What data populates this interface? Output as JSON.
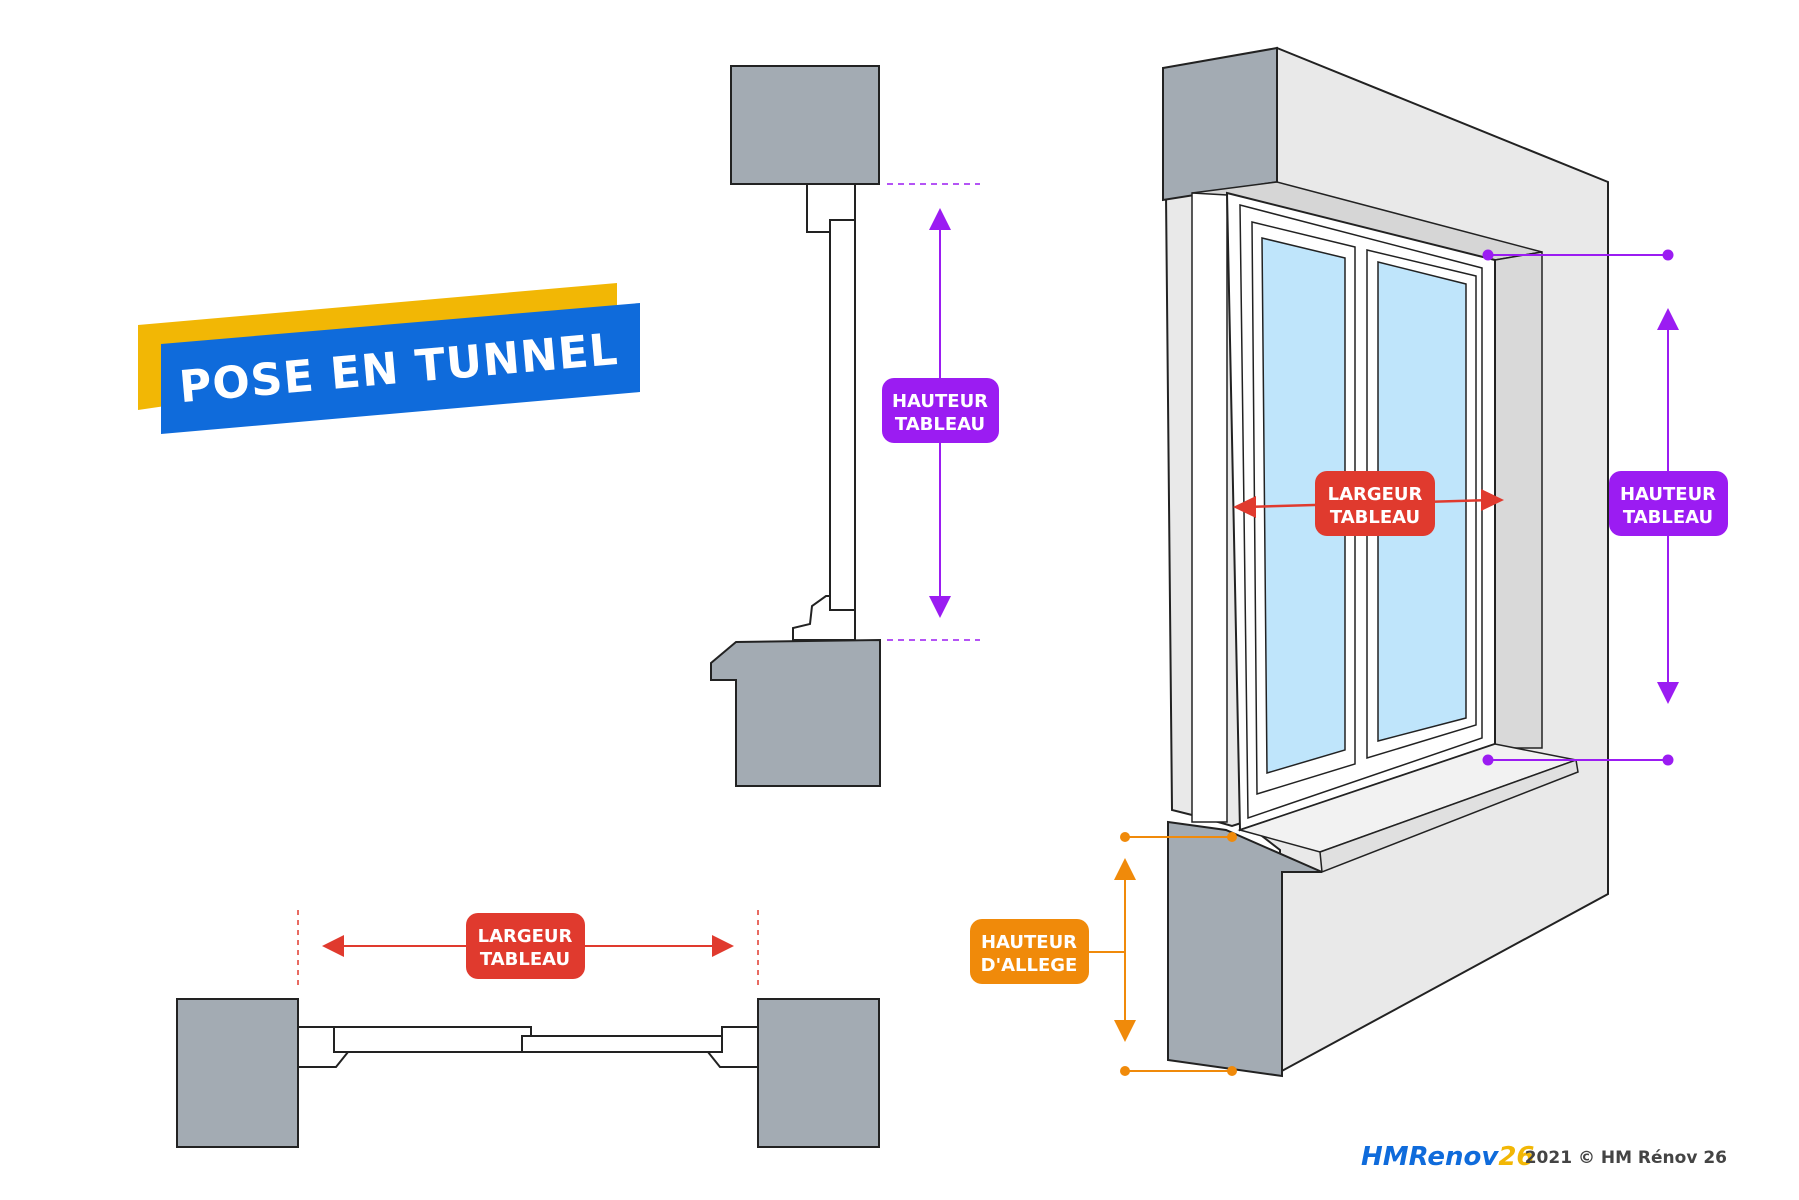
{
  "banner": {
    "title": "POSE EN TUNNEL",
    "colors": {
      "accent": "#F2B705",
      "primary": "#0F6BDB"
    }
  },
  "labels": {
    "side_height": [
      "HAUTEUR",
      "TABLEAU"
    ],
    "front_width": [
      "LARGEUR",
      "TABLEAU"
    ],
    "front_height": [
      "HAUTEUR",
      "TABLEAU"
    ],
    "front_sill": [
      "HAUTEUR",
      "D'ALLEGE"
    ],
    "plan_width": [
      "LARGEUR",
      "TABLEAU"
    ]
  },
  "colors": {
    "wall": "#A3ABB3",
    "wall_face": "#E9E9E9",
    "wall_edge": "#222222",
    "purple": "#9B1CF2",
    "red": "#E03A2E",
    "orange": "#F08A0A",
    "glass": "#BFE5FB"
  },
  "footer": {
    "logo_hm": "HM",
    "logo_renov": "Renov",
    "logo_num": "26",
    "copyright": "2021 © HM Rénov 26"
  },
  "icons": {
    "arrows": "double-arrow-icon",
    "dots": "dot-marker-icon"
  }
}
